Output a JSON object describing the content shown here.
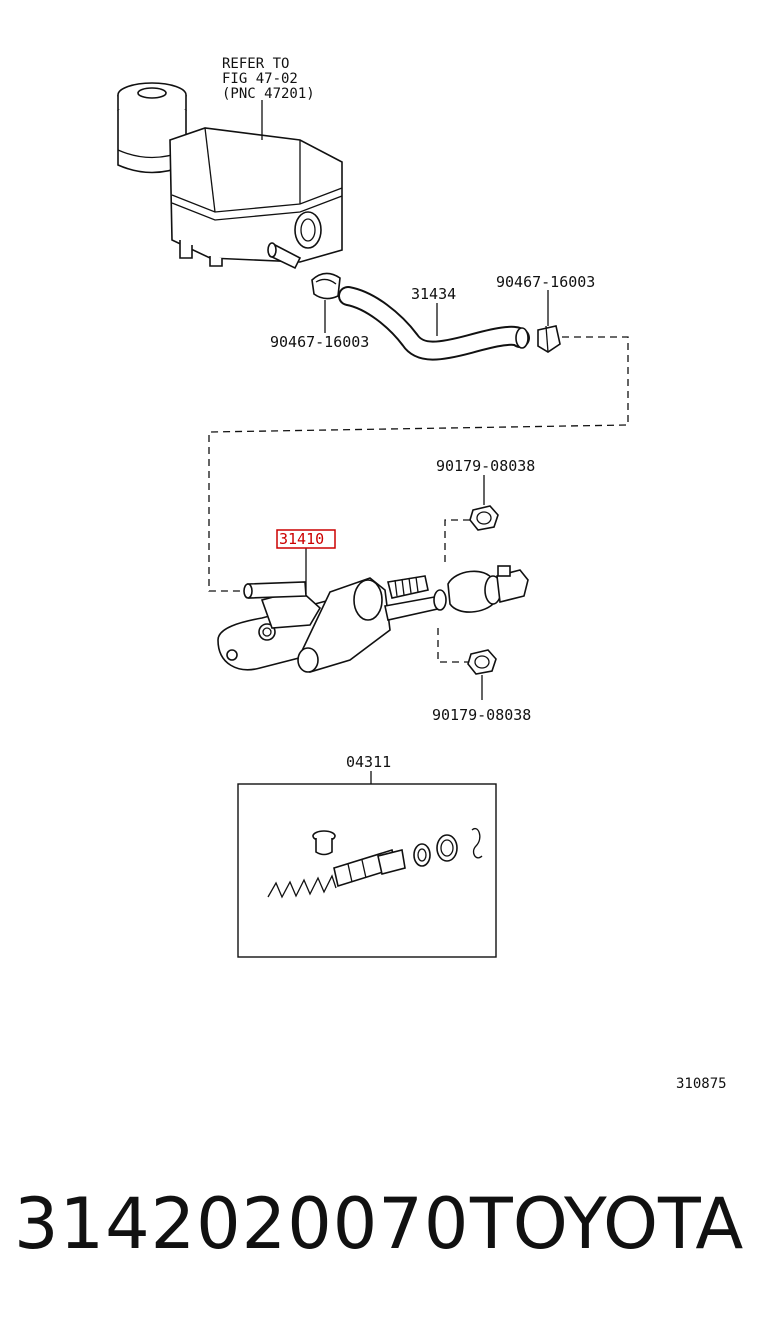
{
  "diagram": {
    "refer_note": [
      "REFER TO",
      "FIG 47-02",
      "(PNC 47201)"
    ],
    "labels": {
      "hose": "31434",
      "clip_right": "90467-16003",
      "clip_left": "90467-16003",
      "nut_top": "90179-08038",
      "master_cylinder": "31410",
      "nut_bottom": "90179-08038",
      "repair_kit": "04311"
    },
    "figure_number": "310875",
    "highlight_color": "#cc0000"
  },
  "footer": {
    "part_number": "3142020070",
    "brand": "TOYOTA"
  }
}
